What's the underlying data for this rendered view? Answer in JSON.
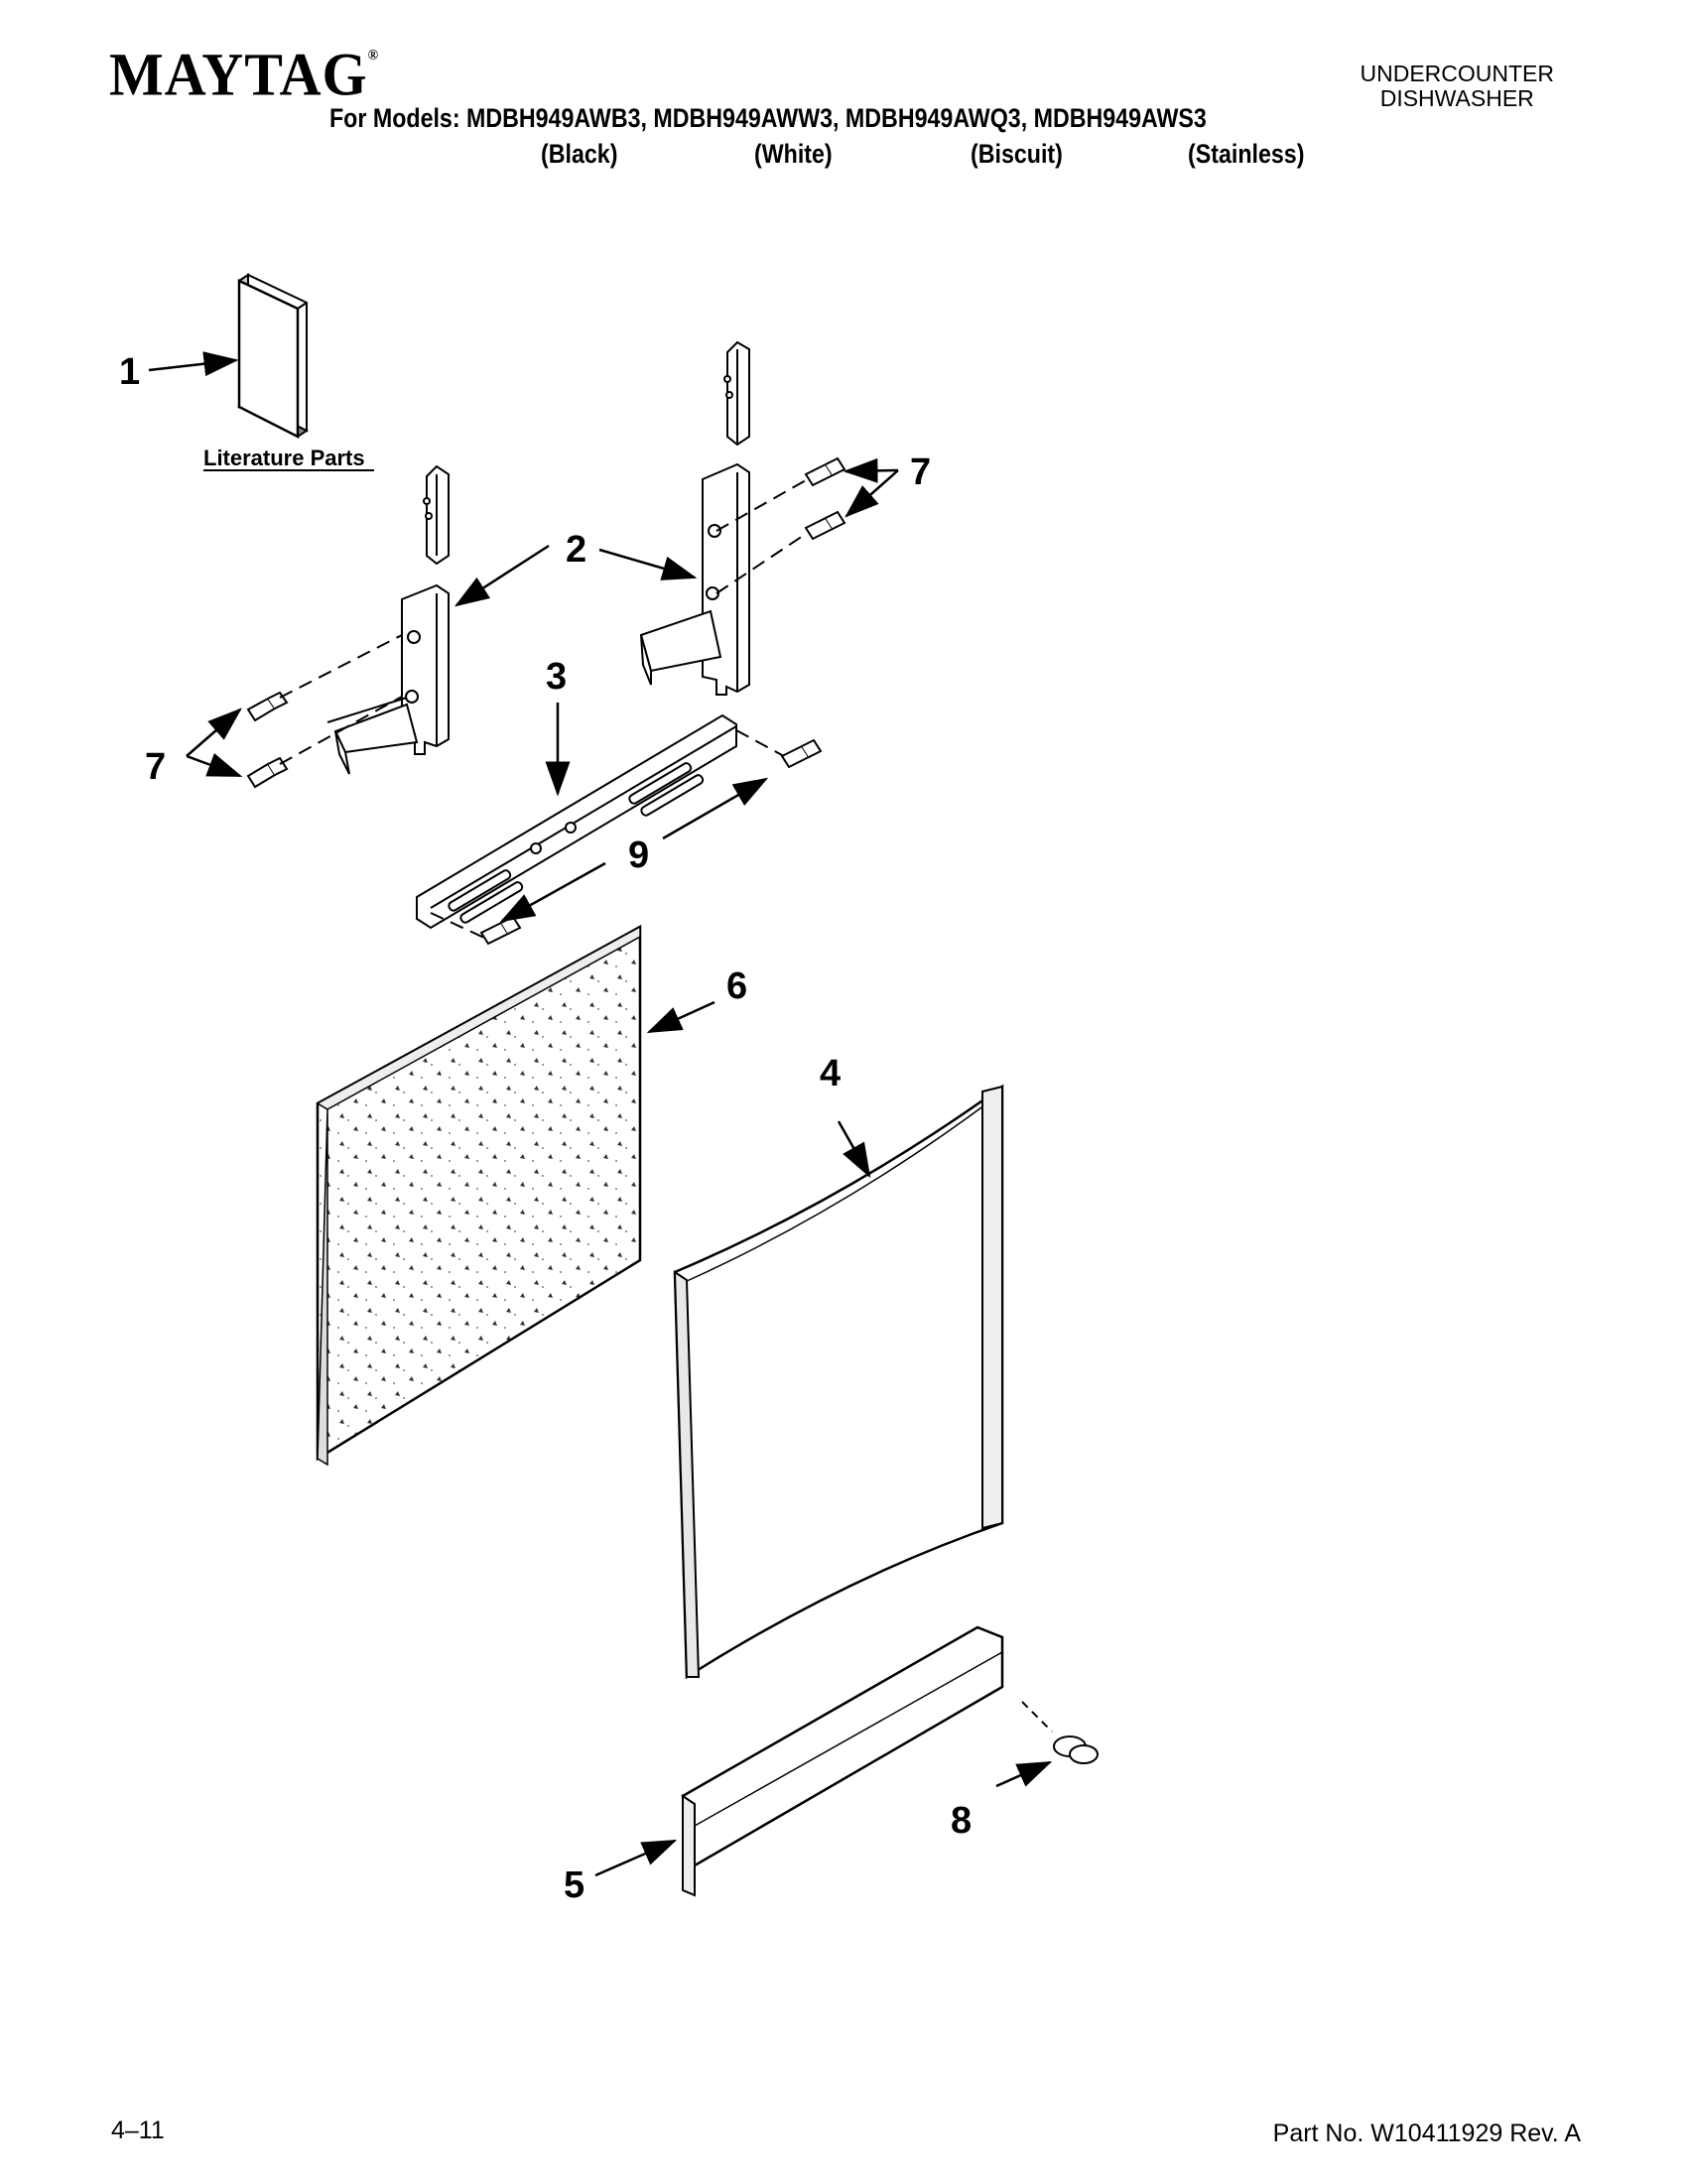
{
  "header": {
    "brand": "MAYTAG",
    "brand_mark": "®",
    "category_line1": "UNDERCOUNTER",
    "category_line2": "DISHWASHER",
    "models_line": "For Models: MDBH949AWB3, MDBH949AWW3, MDBH949AWQ3, MDBH949AWS3",
    "colors": [
      "(Black)",
      "(White)",
      "(Biscuit)",
      "(Stainless)"
    ]
  },
  "diagram": {
    "literature_label": "Literature Parts",
    "callouts": [
      "1",
      "2",
      "3",
      "4",
      "5",
      "6",
      "7",
      "7",
      "8",
      "9"
    ]
  },
  "footer": {
    "date_code": "4–11",
    "part_number": "Part No. W10411929 Rev. A"
  }
}
